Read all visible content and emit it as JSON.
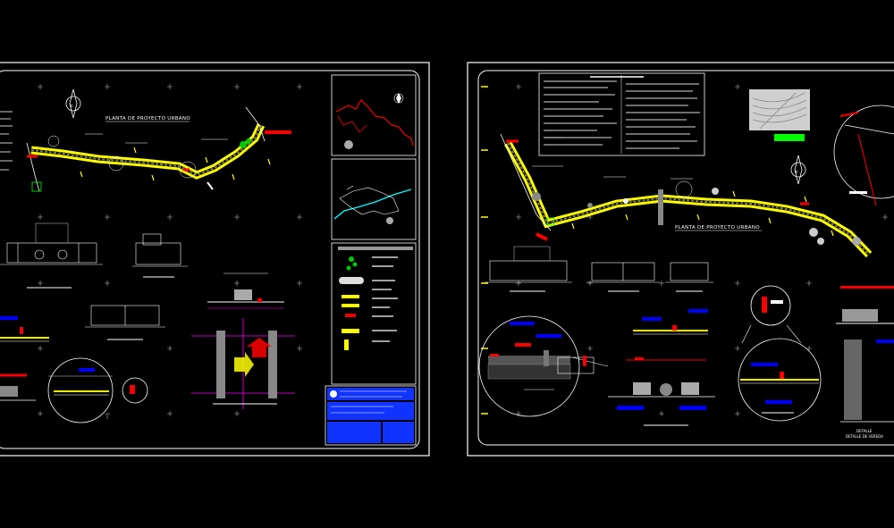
{
  "drawing": {
    "sheet_left_title": "PLANTA DE PROYECTO URBANO",
    "sheet_right_title": "PLANTA DE PROYECTO URBANO",
    "north_left": "N",
    "north_right": "N",
    "detail_label_right": "DETALLE",
    "detail_sub_right": "DETALLE DE VEREDA"
  },
  "colors": {
    "background": "#000000",
    "frame": "#ffffff",
    "road": "#ffff00",
    "accent_red": "#ff0000",
    "accent_blue": "#0000ff",
    "accent_cyan": "#00ffff",
    "accent_green": "#00ff00",
    "accent_magenta": "#ff00ff"
  },
  "icons": {
    "north_arrow": "north-arrow-icon",
    "grid_marker": "crosshair-icon"
  }
}
